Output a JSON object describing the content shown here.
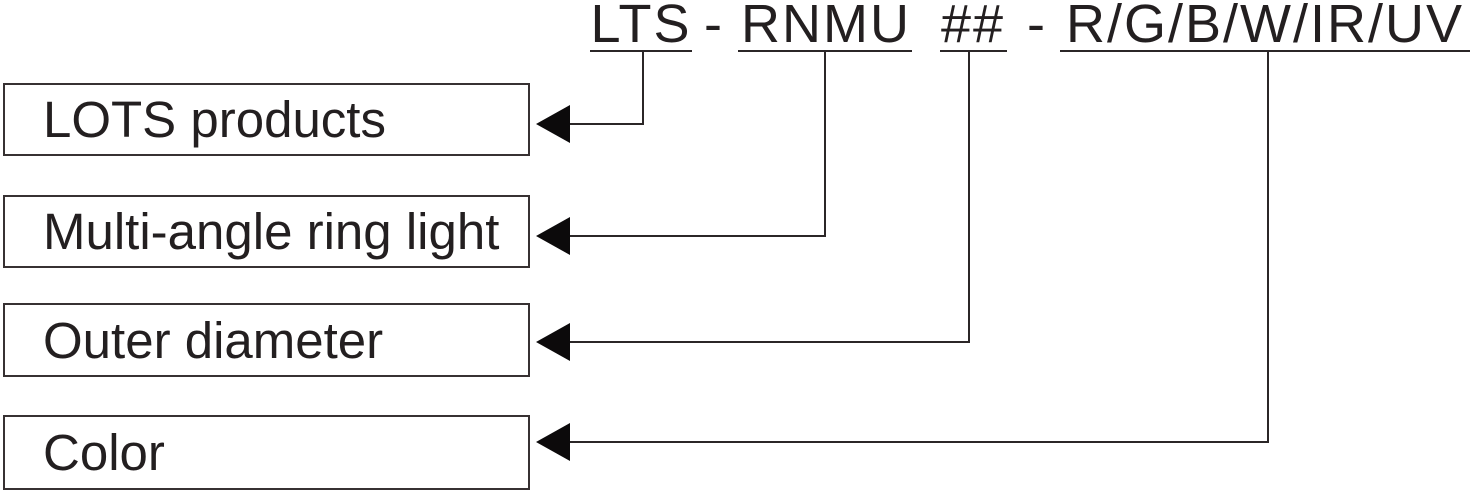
{
  "title_code": {
    "segments": [
      {
        "text": "LTS"
      },
      {
        "text": "RNMU"
      },
      {
        "text": "##"
      },
      {
        "text": "R/G/B/W/IR/UV"
      }
    ],
    "separator": "-"
  },
  "legend": [
    {
      "label": "LOTS products"
    },
    {
      "label": "Multi-angle ring light"
    },
    {
      "label": "Outer diameter"
    },
    {
      "label": "Color"
    }
  ],
  "colors": {
    "ink": "#231f20",
    "line": "#2b2627",
    "border": "#373132",
    "arrow": "#0c0a0b",
    "bg": "#ffffff"
  }
}
